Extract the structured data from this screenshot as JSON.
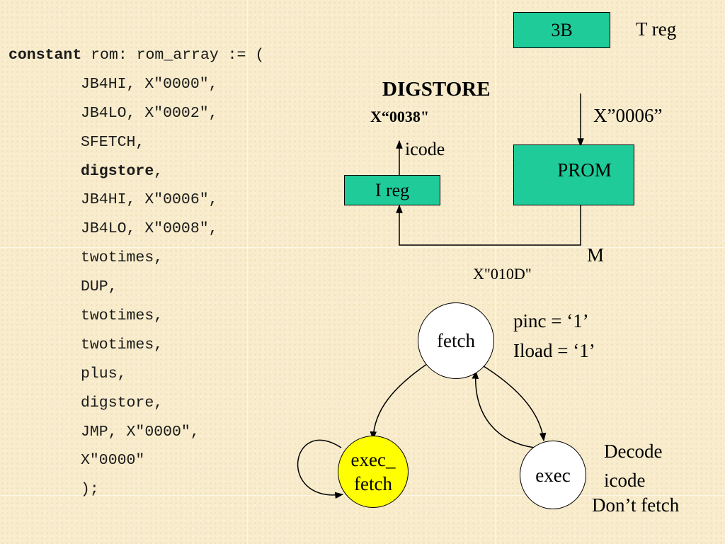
{
  "code": {
    "keyword": "constant",
    "decl": " rom: rom_array := (",
    "lines": [
      "JB4HI, X\"0000\",",
      "JB4LO, X\"0002\",",
      "SFETCH,",
      "digstore",
      "JB4HI, X\"0006\",",
      "JB4LO, X\"0008\",",
      "twotimes,",
      "DUP,",
      "twotimes,",
      "twotimes,",
      "plus,",
      "digstore,",
      "JMP, X\"0000\",",
      "X\"0000\"",
      ");"
    ],
    "digstore_suffix": ","
  },
  "diagram": {
    "treg_value": "3B",
    "treg_label": "T reg",
    "digstore_title": "DIGSTORE",
    "digstore_addr": "X“0038\"",
    "icode_label": "icode",
    "ireg_label": "I reg",
    "prom_label": "PROM",
    "prom_addr": "X”0006”",
    "m_label": "M",
    "m_addr": "X\"010D\""
  },
  "fsm": {
    "fetch": "fetch",
    "exec_fetch_1": "exec_",
    "exec_fetch_2": "fetch",
    "exec": "exec",
    "fetch_note_1": "pinc = ‘1’",
    "fetch_note_2": "Iload = ‘1’",
    "exec_note_1": "Decode",
    "exec_note_2": "icode",
    "exec_note_3": "Don’t fetch"
  },
  "colors": {
    "box_fill": "#1fcc99",
    "highlight_node": "#ffff00",
    "background": "#f8eccc"
  }
}
